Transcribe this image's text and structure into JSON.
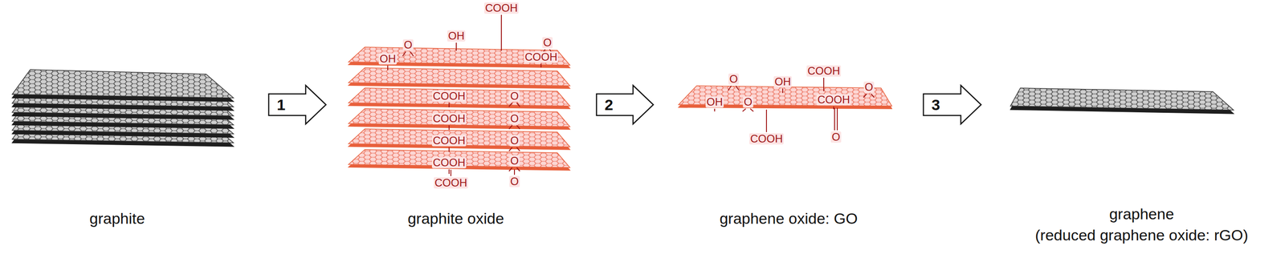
{
  "diagram": {
    "nodes": [
      {
        "text": [
          "graphite"
        ]
      },
      {
        "text": [
          "graphite oxide"
        ]
      },
      {
        "text": [
          "graphene oxide: GO"
        ]
      },
      {
        "text": [
          "graphene",
          "(reduced graphene oxide: rGO)"
        ]
      }
    ],
    "edges": [
      {
        "from": 0,
        "to": 1,
        "arrow": "to",
        "label": "1"
      },
      {
        "from": 1,
        "to": 2,
        "arrow": "to",
        "label": "2"
      },
      {
        "from": 2,
        "to": 3,
        "arrow": "to",
        "label": "3"
      }
    ],
    "labels": [
      "OH",
      "O",
      "OH",
      "COOH",
      "COOH",
      "O",
      "COOH",
      "O",
      "COOH",
      "O",
      "COOH",
      "O",
      "COOH",
      "O",
      "COOH",
      "O",
      "O",
      "OH",
      "O",
      "OH",
      "COOH",
      "COOH",
      "O",
      "COOH",
      "O"
    ]
  }
}
